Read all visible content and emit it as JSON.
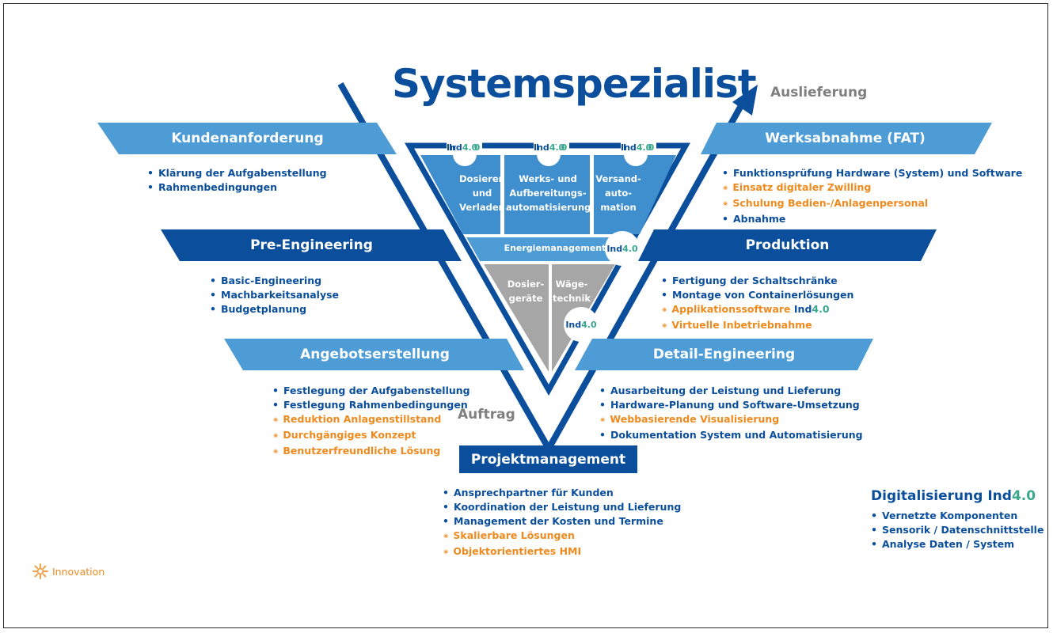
{
  "title": "Systemspezialist",
  "labels": {
    "delivery": "Auslieferung",
    "order": "Auftrag"
  },
  "ind": {
    "a": "Ind",
    "b": "4.0"
  },
  "left_stages": [
    {
      "title": "Kundenanforderung",
      "items": [
        {
          "text": "Klärung der Aufgabenstellung",
          "innovation": false
        },
        {
          "text": "Rahmenbedingungen",
          "innovation": false
        }
      ]
    },
    {
      "title": "Pre-Engineering",
      "items": [
        {
          "text": "Basic-Engineering",
          "innovation": false
        },
        {
          "text": "Machbarkeitsanalyse",
          "innovation": false
        },
        {
          "text": "Budgetplanung",
          "innovation": false
        }
      ]
    },
    {
      "title": "Angebotserstellung",
      "items": [
        {
          "text": "Festlegung der Aufgabenstellung",
          "innovation": false
        },
        {
          "text": "Festlegung Rahmenbedingungen",
          "innovation": false
        },
        {
          "text": "Reduktion Anlagenstillstand",
          "innovation": true
        },
        {
          "text": "Durchgängiges Konzept",
          "innovation": true
        },
        {
          "text": "Benutzerfreundliche Lösung",
          "innovation": true
        }
      ]
    }
  ],
  "right_stages": [
    {
      "title": "Werksabnahme (FAT)",
      "items": [
        {
          "text": "Funktionsprüfung Hardware (System) und Software",
          "innovation": false
        },
        {
          "text": "Einsatz digitaler Zwilling",
          "innovation": true
        },
        {
          "text": "Schulung Bedien-/Anlagenpersonal",
          "innovation": true
        },
        {
          "text": "Abnahme",
          "innovation": false
        }
      ]
    },
    {
      "title": "Produktion",
      "items": [
        {
          "text": "Fertigung der Schaltschränke",
          "innovation": false
        },
        {
          "text": "Montage von Containerlösungen",
          "innovation": false
        },
        {
          "text": "Applikationssoftware",
          "innovation": true,
          "ind": true
        },
        {
          "text": "Virtuelle Inbetriebnahme",
          "innovation": true
        }
      ]
    },
    {
      "title": "Detail-Engineering",
      "items": [
        {
          "text": "Ausarbeitung der Leistung und Lieferung",
          "innovation": false
        },
        {
          "text": "Hardware-Planung und Software-Umsetzung",
          "innovation": false
        },
        {
          "text": "Webbasierende Visualisierung",
          "innovation": true
        },
        {
          "text": "Dokumentation System und Automatisierung",
          "innovation": false
        }
      ]
    }
  ],
  "project": {
    "title": "Projektmanagement",
    "items": [
      {
        "text": "Ansprechpartner für Kunden",
        "innovation": false
      },
      {
        "text": "Koordination der Leistung und Lieferung",
        "innovation": false
      },
      {
        "text": "Management der Kosten und Termine",
        "innovation": false
      },
      {
        "text": "Skalierbare Lösungen",
        "innovation": true
      },
      {
        "text": "Objektorientiertes HMI",
        "innovation": true
      }
    ]
  },
  "center": {
    "top_cells": [
      {
        "lines": [
          "Dosieren",
          "und",
          "Verladen"
        ]
      },
      {
        "lines": [
          "Werks- und",
          "Aufbereitungs-",
          "automatisierung"
        ]
      },
      {
        "lines": [
          "Versand-",
          "auto-",
          "mation"
        ]
      }
    ],
    "energy": "Energiemanagement",
    "bottom_cells": [
      {
        "lines": [
          "Dosier-",
          "geräte"
        ]
      },
      {
        "lines": [
          "Wäge-",
          "technik"
        ]
      }
    ]
  },
  "digitalization": {
    "title": "Digitalisierung",
    "items": [
      {
        "text": "Vernetzte Komponenten",
        "innovation": false
      },
      {
        "text": "Sensorik / Datenschnittstelle",
        "innovation": false
      },
      {
        "text": "Analyse Daten / System",
        "innovation": false
      }
    ]
  },
  "legend": {
    "innovation": "Innovation"
  },
  "colors": {
    "dark_blue": "#0b4f9c",
    "light_blue": "#4d9cd6",
    "grey": "#a6a6a6",
    "orange": "#ee8a1e",
    "green": "#3aa88e"
  }
}
